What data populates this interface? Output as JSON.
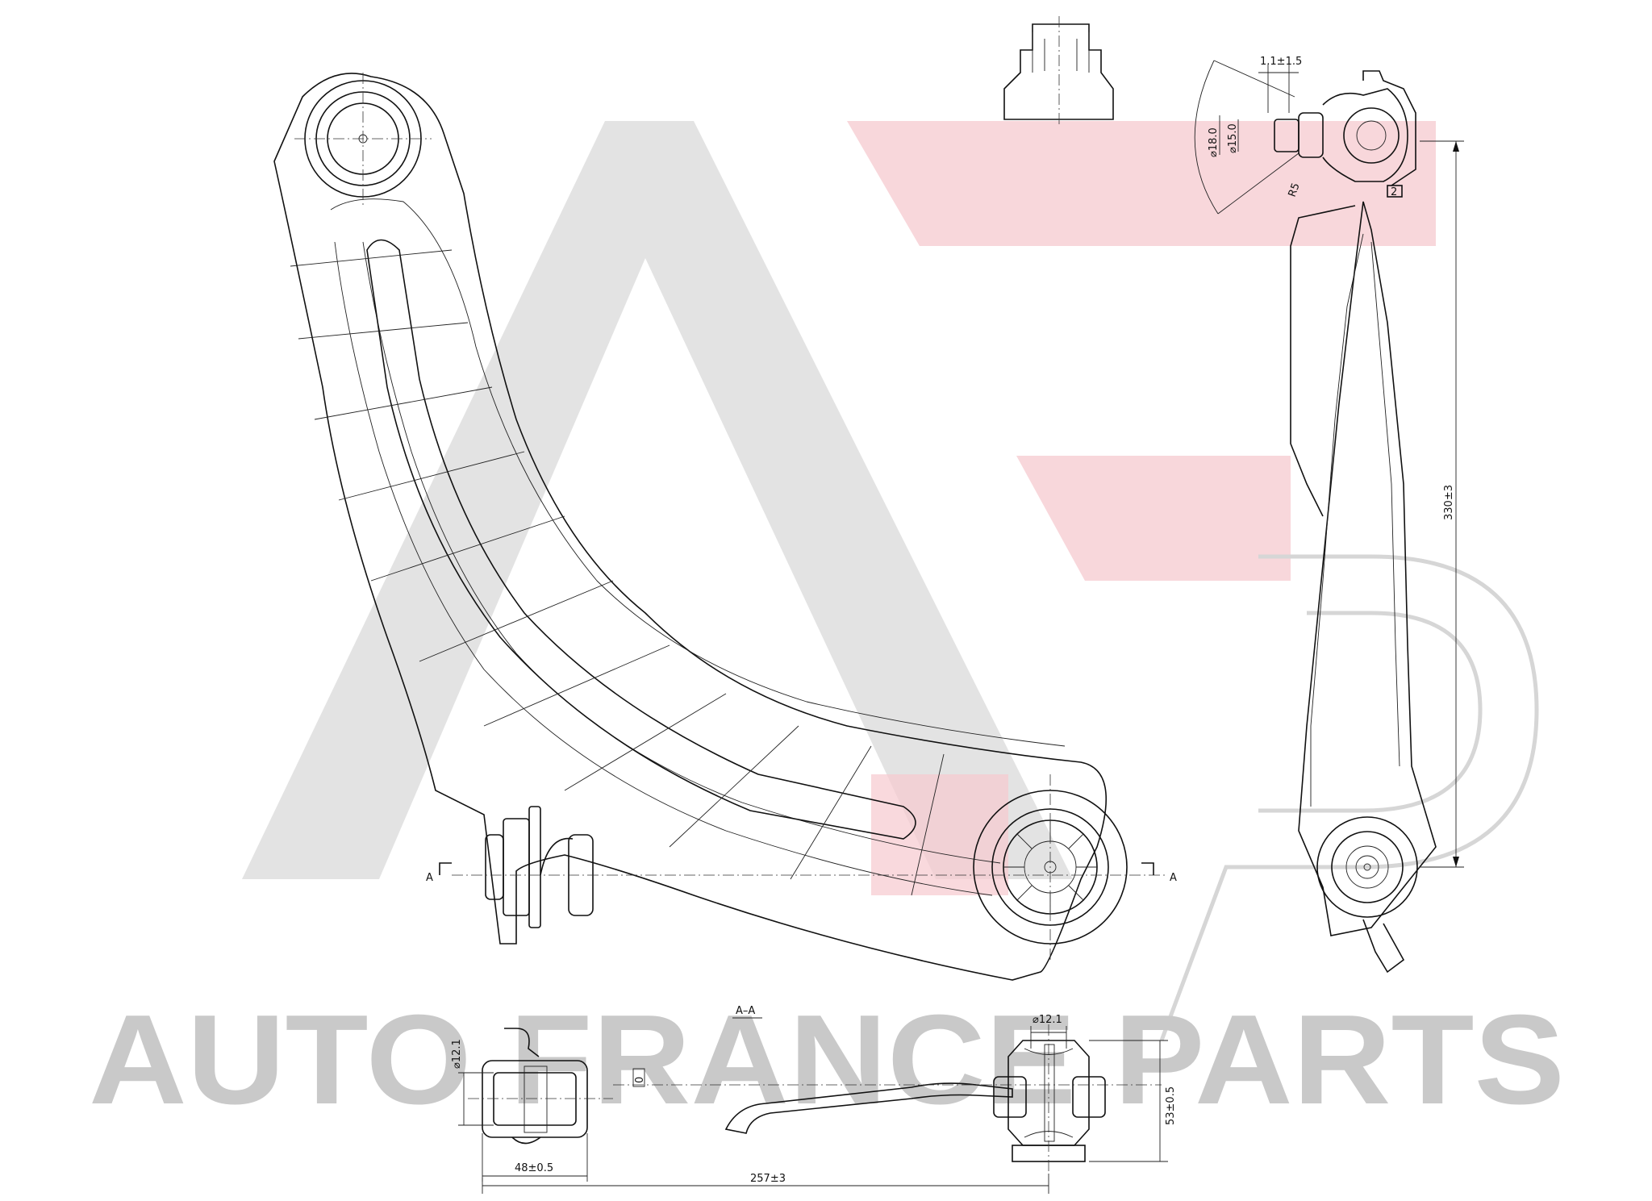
{
  "watermark": {
    "brand_text": "AUTO FRANCE PARTS",
    "gray": "#cccccc",
    "red": "#f6c9cf"
  },
  "section": {
    "marker_left": "A",
    "marker_right": "A",
    "title": "A–A"
  },
  "dimensions": {
    "ball_offset": "1.1±1.5",
    "ball_dia_18": "⌀18.0",
    "ball_dia_15": "⌀15.0",
    "ball_angle": "R5",
    "ball_small_label": "2",
    "height": "330±3",
    "bushing_bore_left": "⌀12.1",
    "bushing_bore_right": "⌀12.1",
    "offset_small": "0",
    "bushing_width": "48±0.5",
    "bushing_height": "53±0.5",
    "bushing_spacing": "257±3"
  }
}
